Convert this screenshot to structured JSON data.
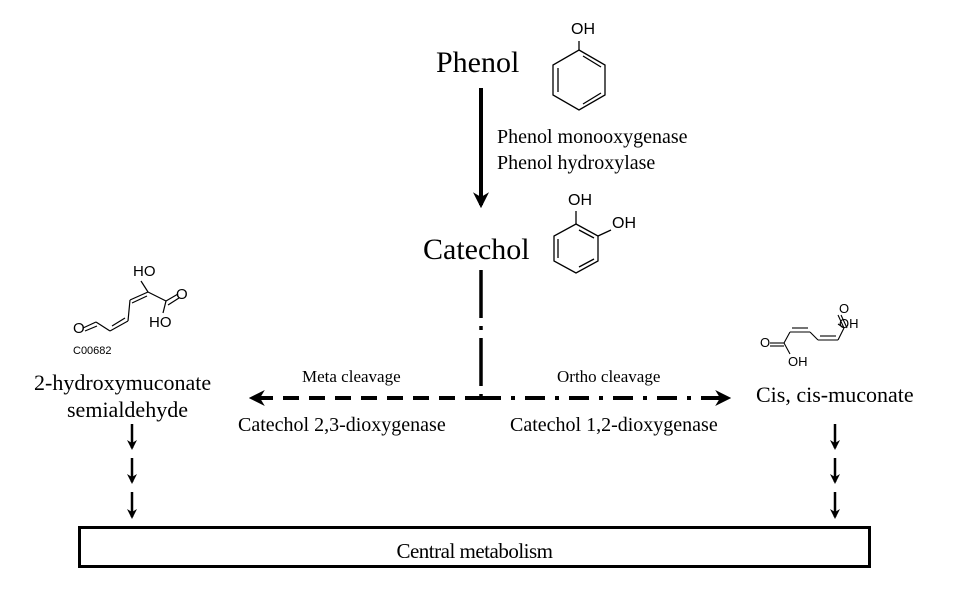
{
  "title": "Phenol degradation pathway",
  "compounds": {
    "phenol": {
      "label": "Phenol",
      "structure_label": "OH"
    },
    "catechol": {
      "label": "Catechol",
      "structure_labels": [
        "OH",
        "OH"
      ]
    },
    "hms": {
      "label_line1": "2-hydroxymuconate",
      "label_line2": "semialdehyde",
      "kegg_id": "C00682",
      "structure_labels": {
        "ho_top": "HO",
        "ho_bottom": "HO",
        "o_acid": "O",
        "o_aldehyde": "O"
      }
    },
    "muconate": {
      "label": "Cis, cis-muconate",
      "structure_labels": {
        "oh_right": "OH",
        "oh_left": "OH",
        "o_right": "O",
        "o_left": "O"
      }
    }
  },
  "enzymes": {
    "phenol_step": [
      "Phenol monooxygenase",
      "Phenol hydroxylase"
    ],
    "meta": "Catechol 2,3-dioxygenase",
    "ortho": "Catechol 1,2-dioxygenase"
  },
  "pathways": {
    "meta": "Meta cleavage",
    "ortho": "Ortho cleavage"
  },
  "sink": {
    "label": "Central metabolism"
  }
}
